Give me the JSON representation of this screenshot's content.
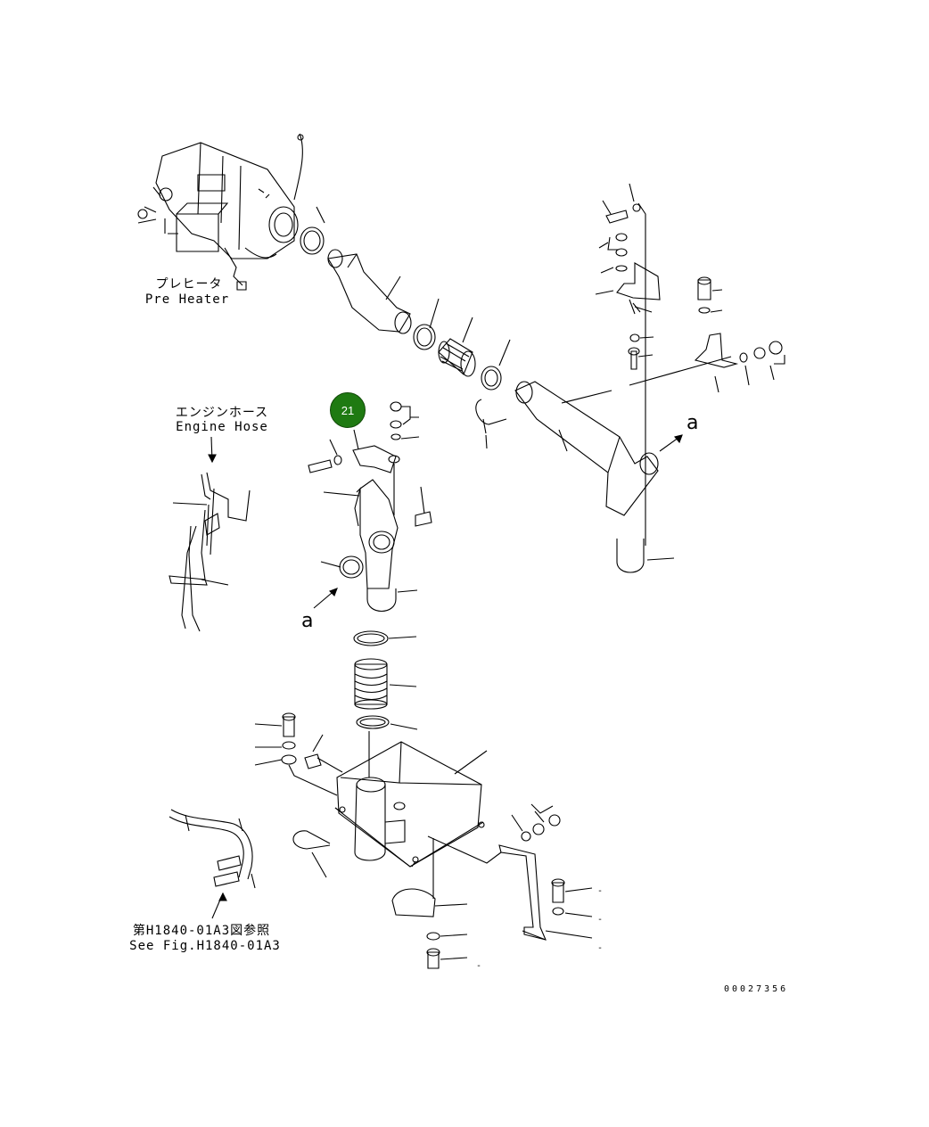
{
  "labels": {
    "preheater_jp": "プレヒータ",
    "preheater_en": "Pre Heater",
    "engine_hose_jp": "エンジンホース",
    "engine_hose_en": "Engine Hose",
    "see_fig_jp": "第H1840-01A3図参照",
    "see_fig_en": "See Fig.H1840-01A3",
    "arrow_a_right": "a",
    "arrow_a_left": "a"
  },
  "callout": {
    "number": "21",
    "color": "#1f7a12"
  },
  "figure_number": "00027356",
  "dash_marks": [
    "-",
    "-",
    "-",
    "-"
  ]
}
